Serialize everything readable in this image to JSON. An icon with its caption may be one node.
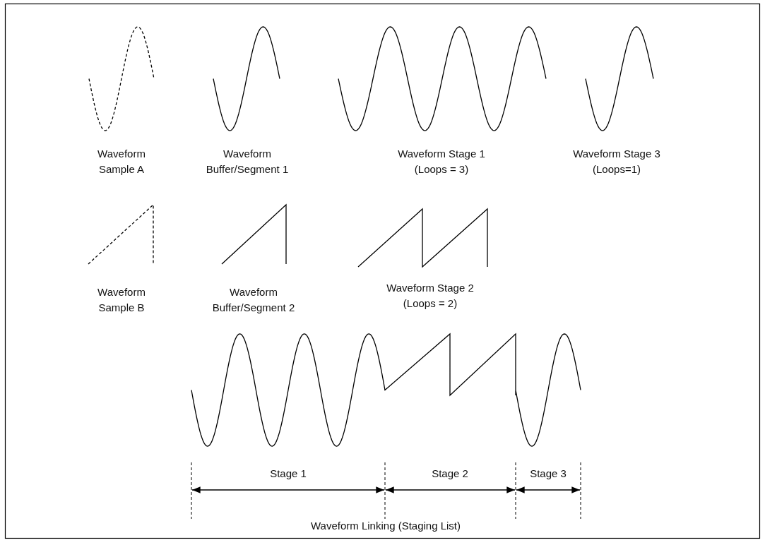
{
  "diagram": {
    "labels": [
      "Waveform Sample A",
      "Waveform Buffer/Segment 1",
      "Waveform Stage 1 (Loops = 3)",
      "Waveform Stage 3 (Loops=1)",
      "Waveform Sample B",
      "Waveform Buffer/Segment 2",
      "Waveform Stage 2 (Loops = 2)",
      "Stage 1",
      "Stage 2",
      "Stage 3",
      "Waveform Linking (Staging List)"
    ]
  }
}
